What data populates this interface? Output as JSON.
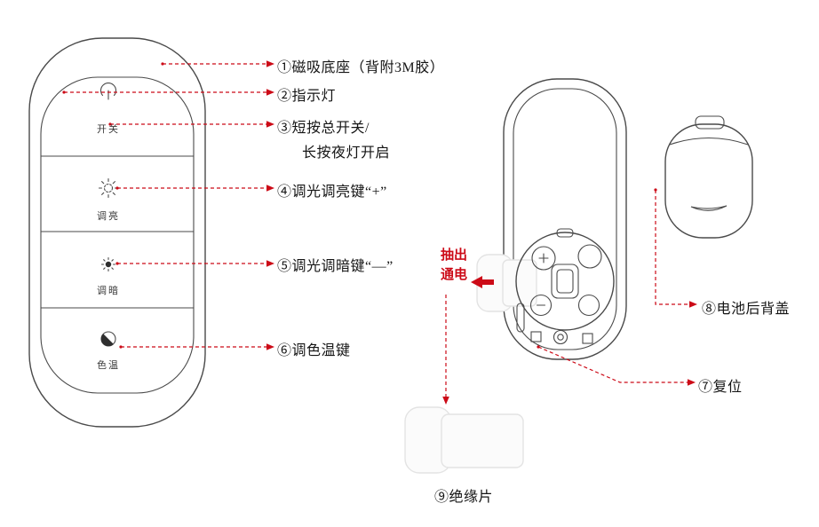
{
  "colors": {
    "line": "#4a4a4a",
    "line_dark": "#2e2e2e",
    "accent": "#cc0a17",
    "sheet_fill": "#fbfbfb",
    "sheet_stroke": "#e3e3e3"
  },
  "front_remote": {
    "buttons": [
      {
        "label": "开关",
        "icon": "power-icon"
      },
      {
        "label": "调亮",
        "icon": "brightness-up-icon"
      },
      {
        "label": "调暗",
        "icon": "brightness-down-icon"
      },
      {
        "label": "色温",
        "icon": "color-temperature-icon"
      }
    ]
  },
  "callouts": {
    "c1": "①磁吸底座（背附3M胶）",
    "c2": "②指示灯",
    "c3a": "③短按总开关/",
    "c3b": "长按夜灯开启",
    "c4": "④调光调亮键“+”",
    "c5": "⑤调光调暗键“—”",
    "c6": "⑥调色温键",
    "c7": "⑦复位",
    "c8": "⑧电池后背盖",
    "c9": "⑨绝缘片"
  },
  "pull_note": {
    "line1": "抽出",
    "line2": "通电"
  }
}
